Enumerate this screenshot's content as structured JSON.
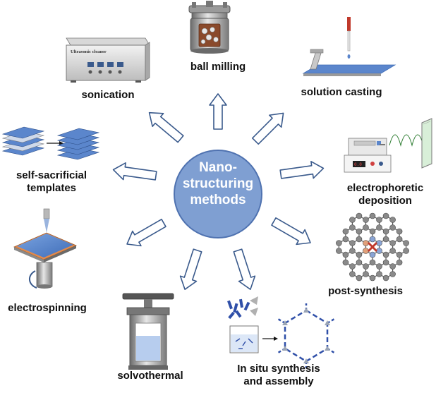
{
  "center": {
    "lines": [
      "Nano-",
      "structuring",
      "methods"
    ]
  },
  "methods": {
    "ball_milling": "ball milling",
    "solution_casting": "solution casting",
    "electrophoretic": [
      "electrophoretic",
      "deposition"
    ],
    "post_synthesis": "post-synthesis",
    "in_situ": [
      "In situ synthesis",
      "and assembly"
    ],
    "solvothermal": "solvothermal",
    "electrospinning": "electrospinning",
    "self_sacrificial": [
      "self-sacrificial",
      "templates"
    ],
    "sonication": "sonication"
  },
  "device": {
    "ultrasonic_label": "Ultrasonic cleaner"
  },
  "colors": {
    "center_fill": "#7f9fd2",
    "center_stroke": "#4f72b0",
    "arrow_fill": "#ffffff",
    "arrow_stroke": "#3a5a8c",
    "gray_device": "#b8b8b8",
    "blue_layer": "#5b86cc",
    "orange_accent": "#e48a4a",
    "red_accent": "#c0392b",
    "graphene_atom": "#7a7a7a"
  }
}
